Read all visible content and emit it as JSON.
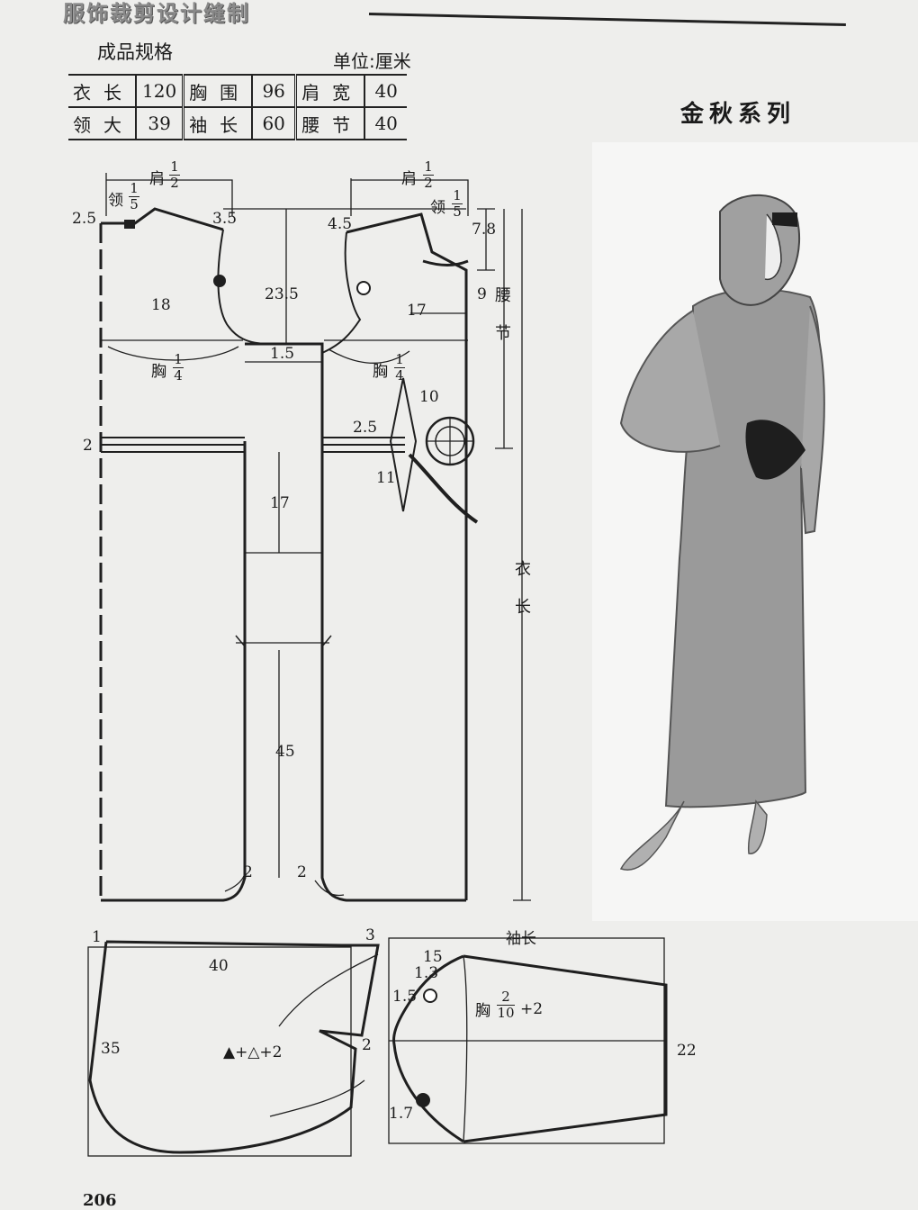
{
  "header": {
    "book_title": "服饰裁剪设计缝制"
  },
  "spec": {
    "title": "成品规格",
    "unit": "单位:厘米",
    "rows": [
      [
        {
          "label": "衣长",
          "value": "120"
        },
        {
          "label": "胸围",
          "value": "96"
        },
        {
          "label": "肩宽",
          "value": "40"
        }
      ],
      [
        {
          "label": "领大",
          "value": "39"
        },
        {
          "label": "袖长",
          "value": "60"
        },
        {
          "label": "腰节",
          "value": "40"
        }
      ]
    ]
  },
  "series_title": "金秋系列",
  "back_pattern": {
    "shoulder_word": "肩",
    "shoulder_num": "1",
    "shoulder_den": "2",
    "neck_word": "领",
    "neck_num": "1",
    "neck_den": "5",
    "neck_drop": "2.5",
    "shoulder_drop": "3.5",
    "armhole_depth": "18",
    "chest_word": "胸",
    "chest_num": "1",
    "chest_den": "4",
    "waist_drop": "2"
  },
  "center": {
    "armhole": "23.5",
    "gap": "1.5",
    "waist_to_hip": "17",
    "hip_to_hem": "45",
    "hem_left": "2",
    "hem_right": "2"
  },
  "front_pattern": {
    "shoulder_word": "肩",
    "shoulder_num": "1",
    "shoulder_den": "2",
    "neck_word": "领",
    "neck_num": "1",
    "neck_den": "5",
    "shoulder_drop": "4.5",
    "neck_depth": "7.8",
    "armhole_depth": "17",
    "chest_word": "胸",
    "chest_num": "1",
    "chest_den": "4",
    "dart_top": "10",
    "dart_width": "2.5",
    "dart_bottom": "11",
    "waist_9": "9",
    "waist_label": "腰节",
    "length_label": "衣长"
  },
  "hood": {
    "corner_left": "1",
    "corner_right": "3",
    "width": "40",
    "height": "35",
    "formula": "▲+△+2",
    "dart": "2"
  },
  "sleeve": {
    "title": "袖长",
    "cap_top": "15",
    "cap_a": "1.3",
    "cap_b": "1.5",
    "cap_c": "1.7",
    "chest_word": "胸",
    "chest_num": "2",
    "chest_den": "10",
    "plus": "+2",
    "cuff": "22"
  },
  "page_number": "206",
  "colors": {
    "paper": "#eeeeec",
    "ink": "#1a1a1a",
    "illustration_panel": "#f6f6f5"
  }
}
